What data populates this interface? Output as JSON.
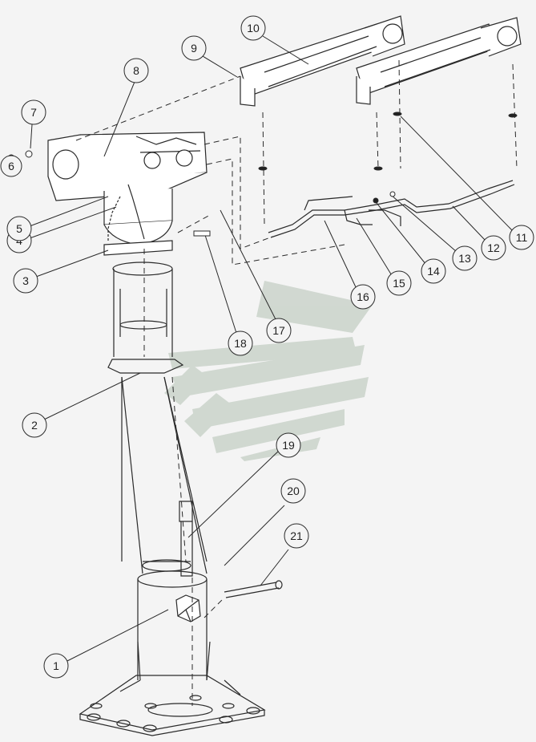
{
  "diagram": {
    "type": "exploded-parts-diagram",
    "callouts": [
      {
        "id": 1,
        "label": "1"
      },
      {
        "id": 2,
        "label": "2"
      },
      {
        "id": 3,
        "label": "3"
      },
      {
        "id": 4,
        "label": "4"
      },
      {
        "id": 5,
        "label": "5"
      },
      {
        "id": 6,
        "label": "6"
      },
      {
        "id": 7,
        "label": "7"
      },
      {
        "id": 8,
        "label": "8"
      },
      {
        "id": 9,
        "label": "9"
      },
      {
        "id": 10,
        "label": "10"
      },
      {
        "id": 11,
        "label": "11"
      },
      {
        "id": 12,
        "label": "12"
      },
      {
        "id": 13,
        "label": "13"
      },
      {
        "id": 14,
        "label": "14"
      },
      {
        "id": 15,
        "label": "15"
      },
      {
        "id": 16,
        "label": "16"
      },
      {
        "id": 17,
        "label": "17"
      },
      {
        "id": 18,
        "label": "18"
      },
      {
        "id": 19,
        "label": "19"
      },
      {
        "id": 20,
        "label": "20"
      },
      {
        "id": 21,
        "label": "21"
      }
    ],
    "colors": {
      "background": "#f4f4f4",
      "line": "#2a2a2a",
      "watermark": "#cfd6cf"
    }
  }
}
